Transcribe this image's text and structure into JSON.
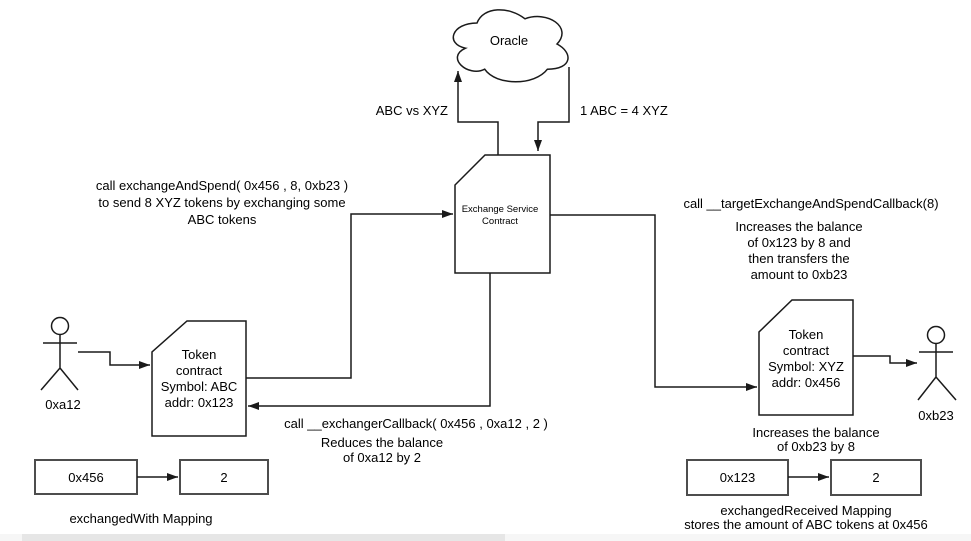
{
  "diagram": {
    "oracle": {
      "label": "Oracle"
    },
    "oracle_feeds": {
      "query": "ABC vs XYZ",
      "rate": "1 ABC = 4 XYZ"
    },
    "exchange_contract": {
      "label": "Exchange Service\nContract"
    },
    "left_flow": {
      "call": "call exchangeAndSpend( 0x456 , 8, 0xb23 )\nto send 8 XYZ tokens by exchanging some\nABC tokens",
      "callback": "call __exchangerCallback( 0x456 , 0xa12 , 2 )",
      "callback_note": "Reduces the balance\nof 0xa12 by 2"
    },
    "right_flow": {
      "callback": "call __targetExchangeAndSpendCallback(8)",
      "callback_note": "Increases the balance\nof 0x123 by 8 and\nthen transfers the\namount to 0xb23",
      "transfer_note": "Increases the balance\nof 0xb23 by 8"
    },
    "token_abc": {
      "label": "Token\ncontract\nSymbol: ABC\naddr: 0x123"
    },
    "token_xyz": {
      "label": "Token\ncontract\nSymbol: XYZ\naddr: 0x456"
    },
    "actor_sender": {
      "label": "0xa12"
    },
    "actor_receiver": {
      "label": "0xb23"
    },
    "mapping_left": {
      "key": "0x456",
      "value": "2",
      "caption": "exchangedWith Mapping"
    },
    "mapping_right": {
      "key": "0x123",
      "value": "2",
      "caption": "exchangedReceived Mapping\nstores the amount of ABC tokens at 0x456"
    },
    "colors": {
      "background": "#ffffff",
      "stroke": "#1a1a1a",
      "mapping_border": "#4d4d4d",
      "scrollbar_track": "#f6f6f6",
      "scrollbar_thumb": "#e6e6e6"
    }
  }
}
